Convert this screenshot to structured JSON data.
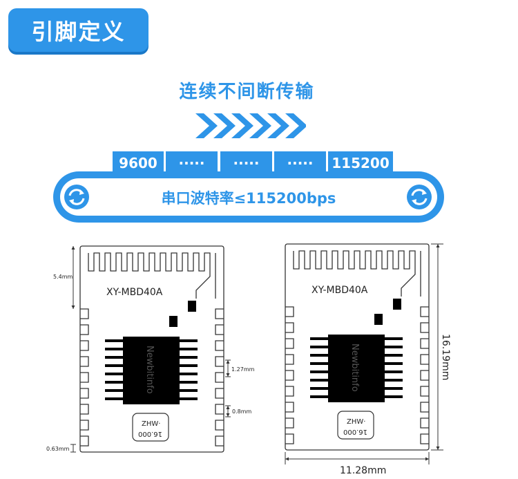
{
  "header": {
    "title": "引脚定义"
  },
  "feature": {
    "headline": "连续不间断传输",
    "baud_steps": [
      "9600",
      "·····",
      "·····",
      "·····",
      "115200"
    ],
    "baud_bar_text": "串口波特率≤115200bps"
  },
  "module": {
    "model": "XY-MBD40A",
    "chip_brand": "Newbitinfo",
    "crystal_line1": "ZHW·",
    "crystal_line2": "16.000"
  },
  "dimensions": {
    "antenna_height": "5.4mm",
    "pin_pitch": "1.27mm",
    "pad_width": "0.8mm",
    "edge_gap": "0.63mm",
    "module_height": "16.19mm",
    "module_width": "11.28mm"
  },
  "colors": {
    "accent": "#2e95e8",
    "outline": "#333333"
  }
}
